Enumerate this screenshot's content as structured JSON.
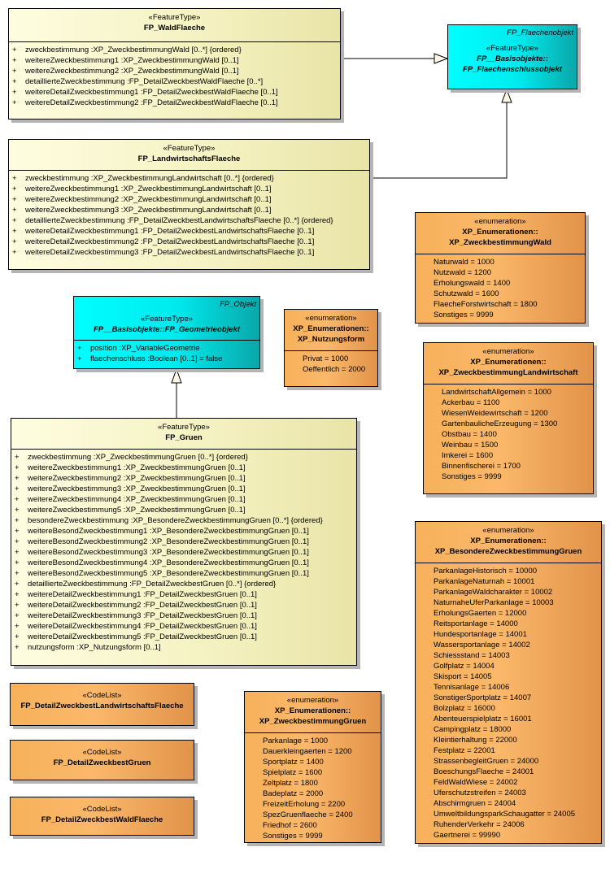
{
  "diagram": {
    "classes": {
      "waldflaeche": {
        "stereotype": "«FeatureType»",
        "name": "FP_WaldFlaeche",
        "attributes": [
          {
            "vis": "+",
            "text": "zweckbestimmung  :XP_ZweckbestimmungWald [0..*] {ordered}"
          },
          {
            "vis": "+",
            "text": "weitereZweckbestimmung1  :XP_ZweckbestimmungWald [0..1]"
          },
          {
            "vis": "+",
            "text": "weitereZweckbestimmung2  :XP_ZweckbestimmungWald [0..1]"
          },
          {
            "vis": "+",
            "text": "detaillierteZweckbestimmung  :FP_DetailZweckbestWaldFlaeche [0..*]"
          },
          {
            "vis": "+",
            "text": "weitereDetailZweckbestimmung1  :FP_DetailZweckbestWaldFlaeche [0..1]"
          },
          {
            "vis": "+",
            "text": "weitereDetailZweckbestimmung2  :FP_DetailZweckbestWaldFlaeche [0..1]"
          }
        ]
      },
      "flaechenschluss": {
        "package": "FP_Flaechenobjekt",
        "stereotype": "«FeatureType»",
        "name_line1": "FP__Basisobjekte::",
        "name_line2": "FP_Flaechenschlussobjekt"
      },
      "landwirtschaft": {
        "stereotype": "«FeatureType»",
        "name": "FP_LandwirtschaftsFlaeche",
        "attributes": [
          {
            "vis": "+",
            "text": "zweckbestimmung  :XP_ZweckbestimmungLandwirtschaft [0..*] {ordered}"
          },
          {
            "vis": "+",
            "text": "weitereZweckbestimmung1  :XP_ZweckbestimmungLandwirtschaft [0..1]"
          },
          {
            "vis": "+",
            "text": "weitereZweckbestimmung2  :XP_ZweckbestimmungLandwirtschaft [0..1]"
          },
          {
            "vis": "+",
            "text": "weitereZweckbestimmung3  :XP_ZweckbestimmungLandwirtschaft [0..1]"
          },
          {
            "vis": "+",
            "text": "detaillierteZweckbestimmung  :FP_DetailZweckbestLandwirtschaftsFlaeche [0..*] {ordered}"
          },
          {
            "vis": "+",
            "text": "weitereDetailZweckbestimmung1  :FP_DetailZweckbestLandwirtschaftsFlaeche [0..1]"
          },
          {
            "vis": "+",
            "text": "weitereDetailZweckbestimmung2  :FP_DetailZweckbestLandwirtschaftsFlaeche [0..1]"
          },
          {
            "vis": "+",
            "text": "weitereDetailZweckbestimmung3  :FP_DetailZweckbestLandwirtschaftsFlaeche [0..1]"
          }
        ]
      },
      "geometrieobjekt": {
        "package": "FP_Objekt",
        "stereotype": "«FeatureType»",
        "name": "FP__Basisobjekte::FP_Geometrieobjekt",
        "attributes": [
          {
            "vis": "+",
            "text": "position  :XP_VariableGeometrie"
          },
          {
            "vis": "+",
            "text": "flaechenschluss  :Boolean [0..1] = false"
          }
        ]
      },
      "gruen": {
        "stereotype": "«FeatureType»",
        "name": "FP_Gruen",
        "attributes": [
          {
            "vis": "+",
            "text": "zweckbestimmung  :XP_ZweckbestimmungGruen [0..*] {ordered}"
          },
          {
            "vis": "+",
            "text": "weitereZweckbestimmung1  :XP_ZweckbestimmungGruen [0..1]"
          },
          {
            "vis": "+",
            "text": "weitereZweckbestimmung2  :XP_ZweckbestimmungGruen [0..1]"
          },
          {
            "vis": "+",
            "text": "weitereZweckbestimmung3  :XP_ZweckbestimmungGruen [0..1]"
          },
          {
            "vis": "+",
            "text": "weitereZweckbestimmung4  :XP_ZweckbestimmungGruen [0..1]"
          },
          {
            "vis": "+",
            "text": "weitereZweckbestimmung5  :XP_ZweckbestimmungGruen [0..1]"
          },
          {
            "vis": "+",
            "text": "besondereZweckbestimmung  :XP_BesondereZweckbestimmungGruen [0..*] {ordered}"
          },
          {
            "vis": "+",
            "text": "weitereBesondZweckbestimmung1  :XP_BesondereZweckbestimmungGruen [0..1]"
          },
          {
            "vis": "+",
            "text": "weitereBesondZweckbestimmung2  :XP_BesondereZweckbestimmungGruen [0..1]"
          },
          {
            "vis": "+",
            "text": "weitereBesondZweckbestimmung3  :XP_BesondereZweckbestimmungGruen [0..1]"
          },
          {
            "vis": "+",
            "text": "weitereBesondZweckbestimmung4  :XP_BesondereZweckbestimmungGruen [0..1]"
          },
          {
            "vis": "+",
            "text": "weitereBesondZweckbestimmung5  :XP_BesondereZweckbestimmungGruen [0..1]"
          },
          {
            "vis": "+",
            "text": "detaillierteZweckbestimmung  :FP_DetailZweckbestGruen [0..*] {ordered}"
          },
          {
            "vis": "+",
            "text": "weitereDetailZweckbestimmung1  :FP_DetailZweckbestGruen [0..1]"
          },
          {
            "vis": "+",
            "text": "weitereDetailZweckbestimmung2  :FP_DetailZweckbestGruen [0..1]"
          },
          {
            "vis": "+",
            "text": "weitereDetailZweckbestimmung3  :FP_DetailZweckbestGruen [0..1]"
          },
          {
            "vis": "+",
            "text": "weitereDetailZweckbestimmung4  :FP_DetailZweckbestGruen [0..1]"
          },
          {
            "vis": "+",
            "text": "weitereDetailZweckbestimmung5  :FP_DetailZweckbestGruen [0..1]"
          },
          {
            "vis": "+",
            "text": "nutzungsform  :XP_Nutzungsform [0..1]"
          }
        ]
      }
    },
    "enumerations": {
      "wald": {
        "stereotype": "«enumeration»",
        "name_line1": "XP_Enumerationen::",
        "name_line2": "XP_ZweckbestimmungWald",
        "literals": [
          "Naturwald = 1000",
          "Nutzwald = 1200",
          "Erholungswald = 1400",
          "Schutzwald = 1600",
          "FlaecheForstwirtschaft = 1800",
          "Sonstiges = 9999"
        ]
      },
      "nutzungsform": {
        "stereotype": "«enumeration»",
        "name_line1": "XP_Enumerationen::",
        "name_line2": "XP_Nutzungsform",
        "literals": [
          "Privat = 1000",
          "Oeffentlich = 2000"
        ]
      },
      "landwirtschaft": {
        "stereotype": "«enumeration»",
        "name_line1": "XP_Enumerationen::",
        "name_line2": "XP_ZweckbestimmungLandwirtschaft",
        "literals": [
          "LandwirtschaftAllgemein = 1000",
          "Ackerbau = 1100",
          "WiesenWeidewirtschaft = 1200",
          "GartenbaulicheErzeugung = 1300",
          "Obstbau = 1400",
          "Weinbau = 1500",
          "Imkerei = 1600",
          "Binnenfischerei = 1700",
          "Sonstiges = 9999"
        ]
      },
      "gruen": {
        "stereotype": "«enumeration»",
        "name_line1": "XP_Enumerationen::",
        "name_line2": "XP_ZweckbestimmungGruen",
        "literals": [
          "Parkanlage = 1000",
          "Dauerkleingaerten = 1200",
          "Sportplatz = 1400",
          "Spielplatz = 1600",
          "Zeltplatz = 1800",
          "Badeplatz = 2000",
          "FreizeitErholung = 2200",
          "SpezGruenflaeche = 2400",
          "Friedhof = 2600",
          "Sonstiges = 9999"
        ]
      },
      "besondere_gruen": {
        "stereotype": "«enumeration»",
        "name_line1": "XP_Enumerationen::",
        "name_line2": "XP_BesondereZweckbestimmungGruen",
        "literals": [
          "ParkanlageHistorisch = 10000",
          "ParkanlageNaturnah = 10001",
          "ParkanlageWaldcharakter = 10002",
          "NaturnaheUferParkanlage = 10003",
          "ErholungsGaerten = 12000",
          "Reitsportanlage = 14000",
          "Hundesportanlage = 14001",
          "Wassersportanlage = 14002",
          "Schiessstand = 14003",
          "Golfplatz = 14004",
          "Skisport = 14005",
          "Tennisanlage = 14006",
          "SonstigerSportplatz = 14007",
          "Bolzplatz = 16000",
          "Abenteuerspielplatz = 16001",
          "Campingplatz = 18000",
          "Kleintierhaltung = 22000",
          "Festplatz = 22001",
          "StrassenbegleitGruen = 24000",
          "BoeschungsFlaeche = 24001",
          "FeldWaldWiese = 24002",
          "Uferschutzstreifen = 24003",
          "Abschirmgruen = 24004",
          "UmweltbildungsparkSchaugatter = 24005",
          "RuhenderVerkehr = 24006",
          "Gaertnerei = 99990"
        ]
      }
    },
    "codelists": {
      "landwirtschaft": {
        "stereotype": "«CodeList»",
        "name": "FP_DetailZweckbestLandwirtschaftsFlaeche"
      },
      "gruen": {
        "stereotype": "«CodeList»",
        "name": "FP_DetailZweckbestGruen"
      },
      "wald": {
        "stereotype": "«CodeList»",
        "name": "FP_DetailZweckbestWaldFlaeche"
      }
    },
    "colors": {
      "feature_fill": "#f4f1c0",
      "abstract_fill": "#00ffff",
      "enum_fill": "#fbb86a",
      "border": "#000000",
      "shadow": "#b4b4b4"
    }
  }
}
